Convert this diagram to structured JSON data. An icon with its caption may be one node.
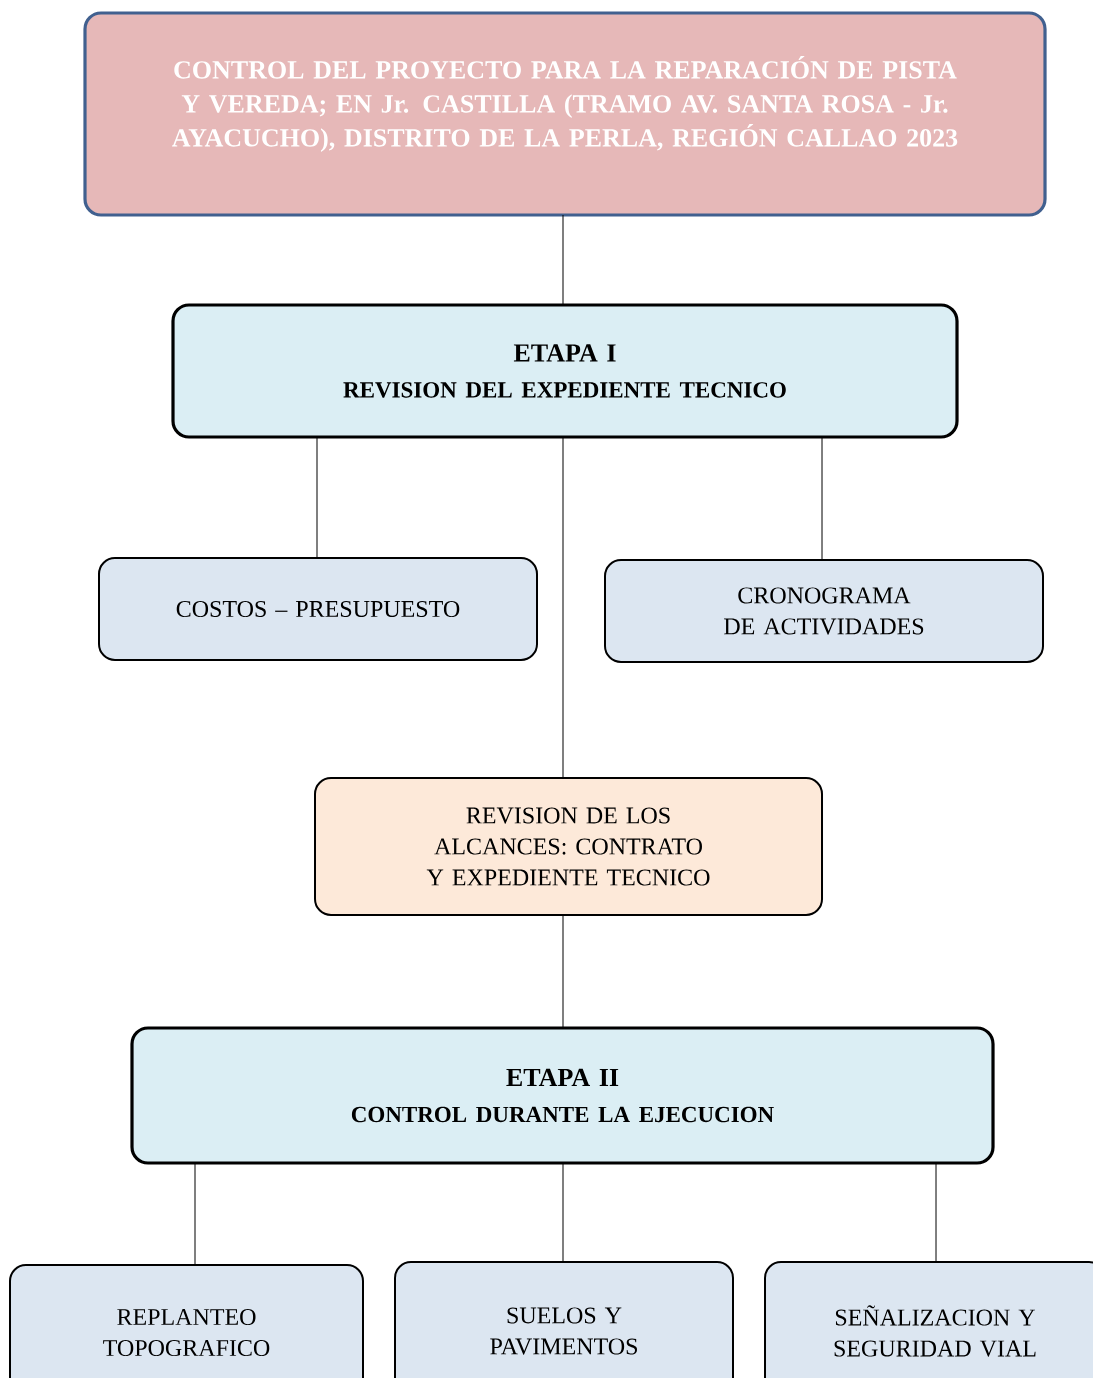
{
  "diagram": {
    "nodes": [
      {
        "text": [
          "CONTROL DEL PROYECTO PARA LA REPARACIÓN DE PISTA Y VEREDA; EN Jr. CASTILLA (TRAMO AV. SANTA ROSA - Jr. AYACUCHO), DISTRITO DE LA PERLA, REGIÓN CALLAO 2023"
        ]
      },
      {
        "text": [
          "ETAPA I",
          "REVISION DEL EXPEDIENTE TECNICO"
        ]
      },
      {
        "text": [
          "COSTOS – PRESUPUESTO"
        ]
      },
      {
        "text": [
          "CRONOGRAMA DE ACTIVIDADES"
        ]
      },
      {
        "text": [
          "REVISION DE LOS ALCANCES: CONTRATO Y EXPEDIENTE TECNICO"
        ]
      },
      {
        "text": [
          "ETAPA II",
          "CONTROL DURANTE LA EJECUCION"
        ]
      },
      {
        "text": [
          "REPLANTEO TOPOGRAFICO"
        ]
      },
      {
        "text": [
          "SUELOS Y PAVIMENTOS"
        ]
      },
      {
        "text": [
          "SEÑALIZACION Y SEGURIDAD VIAL"
        ]
      }
    ],
    "edges": [
      {
        "from": 0,
        "to": 1,
        "arrow": "none"
      },
      {
        "from": 1,
        "to": 2,
        "arrow": "none"
      },
      {
        "from": 1,
        "to": 3,
        "arrow": "none"
      },
      {
        "from": 1,
        "to": 4,
        "arrow": "none"
      },
      {
        "from": 4,
        "to": 5,
        "arrow": "none"
      },
      {
        "from": 5,
        "to": 6,
        "arrow": "none"
      },
      {
        "from": 5,
        "to": 7,
        "arrow": "none"
      },
      {
        "from": 5,
        "to": 8,
        "arrow": "none"
      }
    ]
  }
}
